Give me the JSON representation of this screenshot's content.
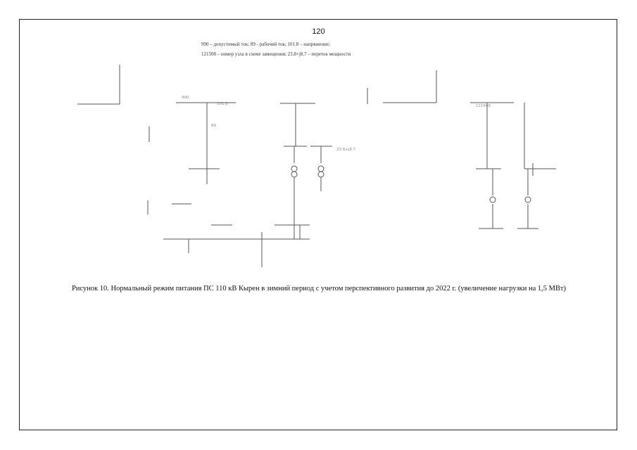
{
  "page": {
    "number": "120"
  },
  "legend": {
    "line1": "990 – допустимый ток; 89 -   рабочий ток; 101.8 – напряжение;",
    "line2": "121508 – номер узла в схеме замещения; 23.8+j8.7 – переток мощности"
  },
  "caption": {
    "text": "Рисунок 10. Нормальный режим питания  ПС 110 кВ Кырен в зимний период с учетом перспективного развития до 2022 г. (увеличение нагрузки на 1,5 МВт)"
  },
  "diagram": {
    "labels": [
      "990",
      "89",
      "101.8",
      "121508",
      "23.8+j8.7"
    ]
  },
  "colors": {
    "lines": "#555555",
    "faint_labels": "#8a8a8a",
    "frame": "#222222"
  }
}
